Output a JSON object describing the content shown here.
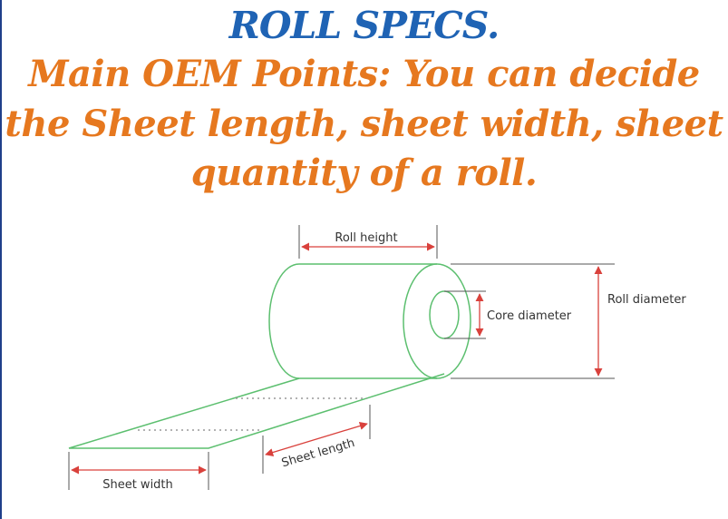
{
  "title": "ROLL SPECS.",
  "subtitle_lines": [
    "Main OEM Points: You can decide",
    "the Sheet length, sheet width, sheet",
    "quantity of a roll."
  ],
  "diagram": {
    "labels": {
      "roll_height": "Roll height",
      "core_diameter": "Core diameter",
      "roll_diameter": "Roll diameter",
      "sheet_length": "Sheet length",
      "sheet_width": "Sheet width"
    },
    "colors": {
      "title": "#1f63b4",
      "subtitle": "#e6781f",
      "roll_outline": "#5cbf6f",
      "dimension_arrows": "#d9413c",
      "extension_lines": "#555555"
    }
  }
}
